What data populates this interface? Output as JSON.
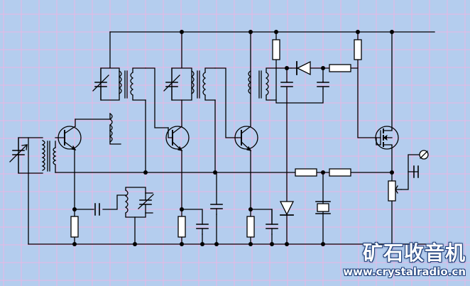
{
  "colors": {
    "background": "#b4cdee",
    "grid": "#e9b6e4",
    "wire": "#000000",
    "component_fill": "#ffffff",
    "brand_text": "#ffffff",
    "brand_outline": "#1f3f7a"
  },
  "watermark": {
    "title": "矿石收音机",
    "url": "www.crystalradio.cn"
  },
  "components": {
    "transistors": [
      "transistor-q1",
      "transistor-q2",
      "transistor-q3"
    ],
    "mosfet": "mosfet-q4",
    "diodes": [
      "diode-d1",
      "diode-d2"
    ],
    "crystal": "crystal-x1",
    "trimmer": "trimmer-resistor"
  }
}
